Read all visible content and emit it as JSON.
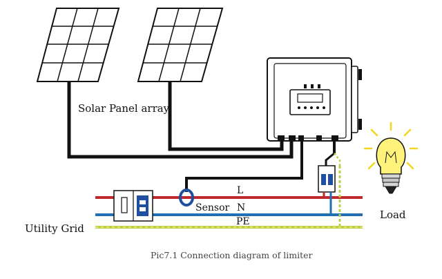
{
  "labels": {
    "array": "Solar Panel array",
    "line_l": "L",
    "line_n": "N",
    "line_pe": "PE",
    "sensor": "Sensor",
    "load": "Load",
    "grid": "Utility Grid"
  },
  "caption": "Pic7.1 Connection diagram of limiter",
  "colors": {
    "line_l": "#c0282d",
    "line_n": "#1f6fb5",
    "line_pe": "#b9d14a",
    "pe_dash": "#e9e36a",
    "cable": "#111111",
    "breaker_toggle": "#1f4fa0",
    "bulb": "#fff27a",
    "rays": "#f3d51a"
  }
}
